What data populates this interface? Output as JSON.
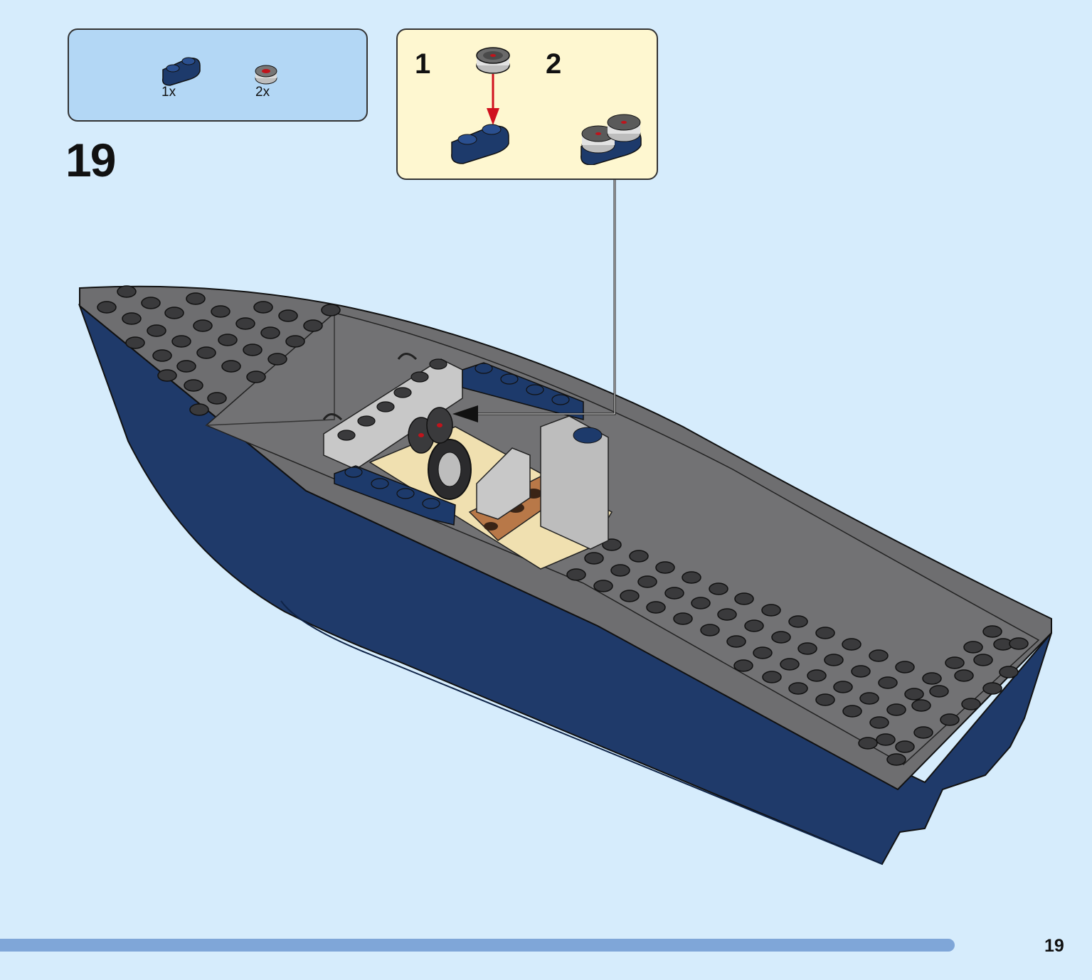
{
  "parts_list": {
    "items": [
      {
        "icon": "blue-plate-1x2-icon",
        "quantity": "1x",
        "color": "#1d3a6b"
      },
      {
        "icon": "gauge-tile-round-icon",
        "quantity": "2x",
        "color": "#c8c8c8"
      }
    ]
  },
  "step": {
    "number": "19"
  },
  "sub_assembly": {
    "steps": [
      {
        "number": "1"
      },
      {
        "number": "2"
      }
    ],
    "arrow_color": "#d0101e"
  },
  "progress": {
    "fraction": 0.935,
    "color": "#7fa6d8"
  },
  "page": {
    "number": "19"
  },
  "colors": {
    "background": "#d6ecfc",
    "hull": "#1f3a6a",
    "deck": "#6e6e70",
    "parts_box": "#b3d7f5",
    "sub_box": "#fef7d0"
  }
}
